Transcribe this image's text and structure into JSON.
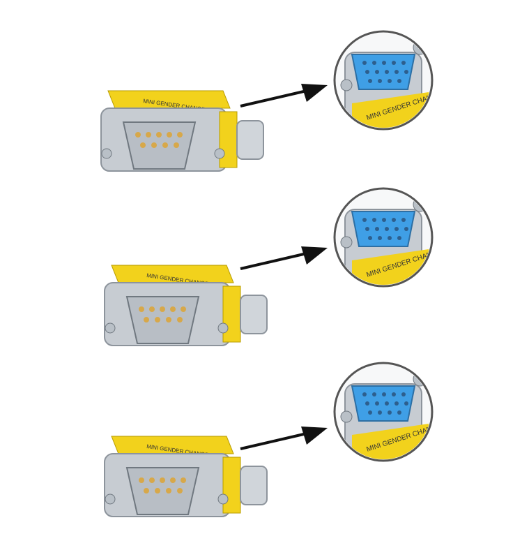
{
  "image": {
    "background": "#ffffff",
    "rows": [
      {
        "label": "MINI GENDER CHANGER",
        "detail_label": "MINI GENDER CHANGER"
      },
      {
        "label": "MINI GENDER CHANGER",
        "detail_label": "MINI GENDER CHANGER"
      },
      {
        "label": "MINI GENDER CHANGER",
        "detail_label": "MINI GENDER CHANGER"
      }
    ]
  },
  "colors": {
    "yellow": "#f2d21c",
    "metal": "#c7ccd2",
    "metal_dark": "#8d949c",
    "connector_blue": "#3f9fe6",
    "pin_gold": "#d7a84a",
    "arrow": "#111111"
  },
  "icons": [
    "male-db9-adapter",
    "arrow-right",
    "female-vga-detail-circle"
  ]
}
